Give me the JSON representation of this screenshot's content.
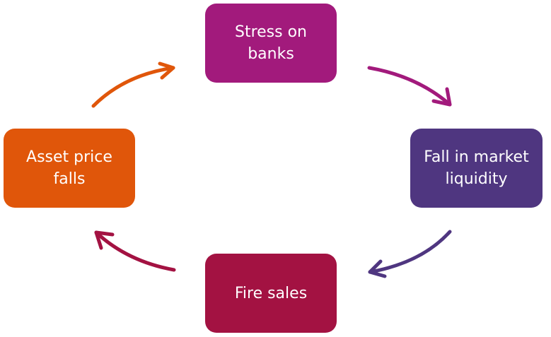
{
  "diagram": {
    "type": "cycle",
    "nodes": [
      {
        "id": "stress",
        "label": "Stress on banks",
        "lines": [
          "Stress on",
          "banks"
        ],
        "color": "#A21A7C"
      },
      {
        "id": "liq",
        "label": "Fall in market liquidity",
        "lines": [
          "Fall in market",
          "liquidity"
        ],
        "color": "#4F3680"
      },
      {
        "id": "fire",
        "label": "Fire sales",
        "lines": [
          "Fire sales"
        ],
        "color": "#A31242"
      },
      {
        "id": "asset",
        "label": "Asset price falls",
        "lines": [
          "Asset price",
          "falls"
        ],
        "color": "#E0560A"
      }
    ],
    "edges": [
      {
        "from": "stress",
        "to": "liq",
        "color": "#A21A7C"
      },
      {
        "from": "liq",
        "to": "fire",
        "color": "#4F3680"
      },
      {
        "from": "fire",
        "to": "asset",
        "color": "#A31242"
      },
      {
        "from": "asset",
        "to": "stress",
        "color": "#E0560A"
      }
    ]
  }
}
